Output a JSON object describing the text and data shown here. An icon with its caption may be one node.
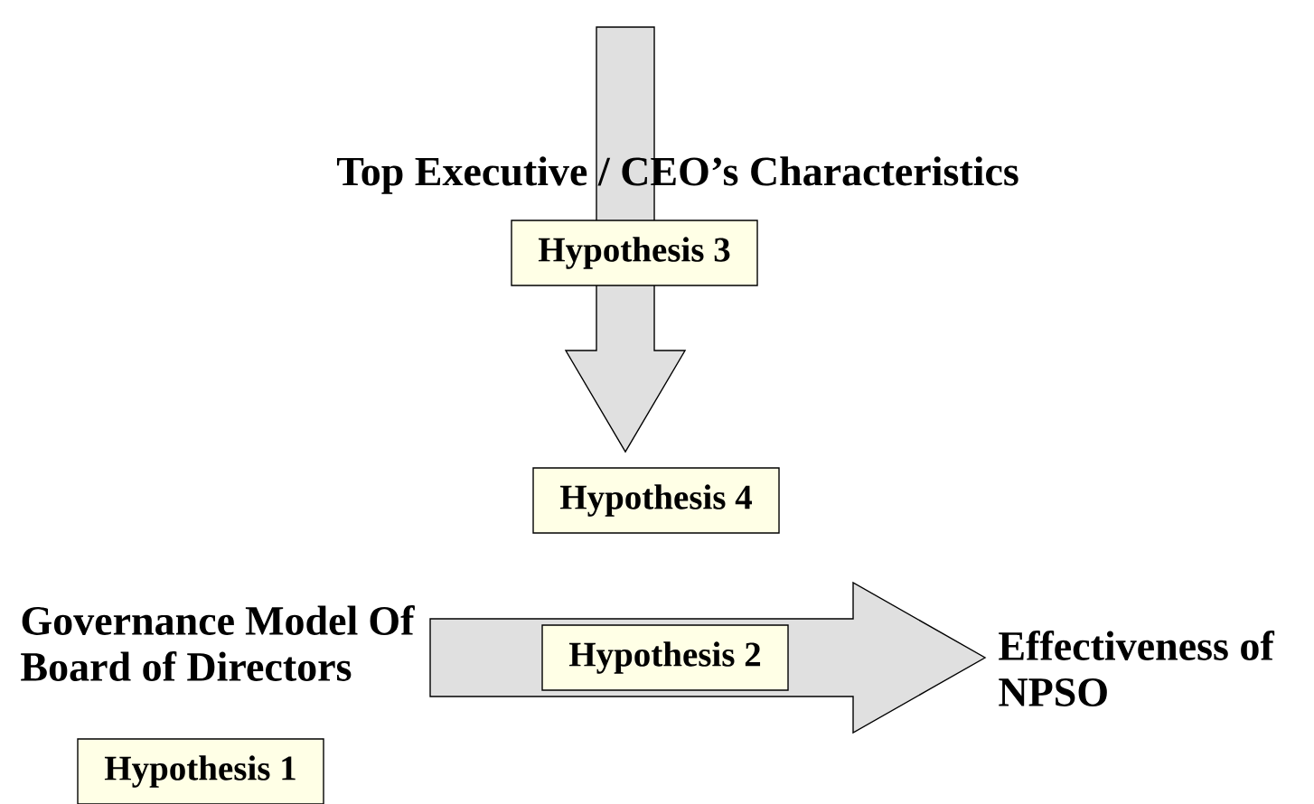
{
  "diagram": {
    "nodes": [
      {
        "text": [
          "Top Executive / CEO’s Characteristics"
        ]
      },
      {
        "text": [
          "Hypothesis 3"
        ]
      },
      {
        "text": [
          "Hypothesis 4"
        ]
      },
      {
        "text": [
          "Governance Model Of Board of Directors"
        ]
      },
      {
        "text": [
          "Hypothesis 2"
        ]
      },
      {
        "text": [
          "Effectiveness of NPSO"
        ]
      },
      {
        "text": [
          "Hypothesis 1"
        ]
      }
    ],
    "edges": [
      {
        "from": null,
        "to": 2,
        "arrow": "to"
      },
      {
        "from": 3,
        "to": 5,
        "arrow": "to"
      }
    ]
  }
}
